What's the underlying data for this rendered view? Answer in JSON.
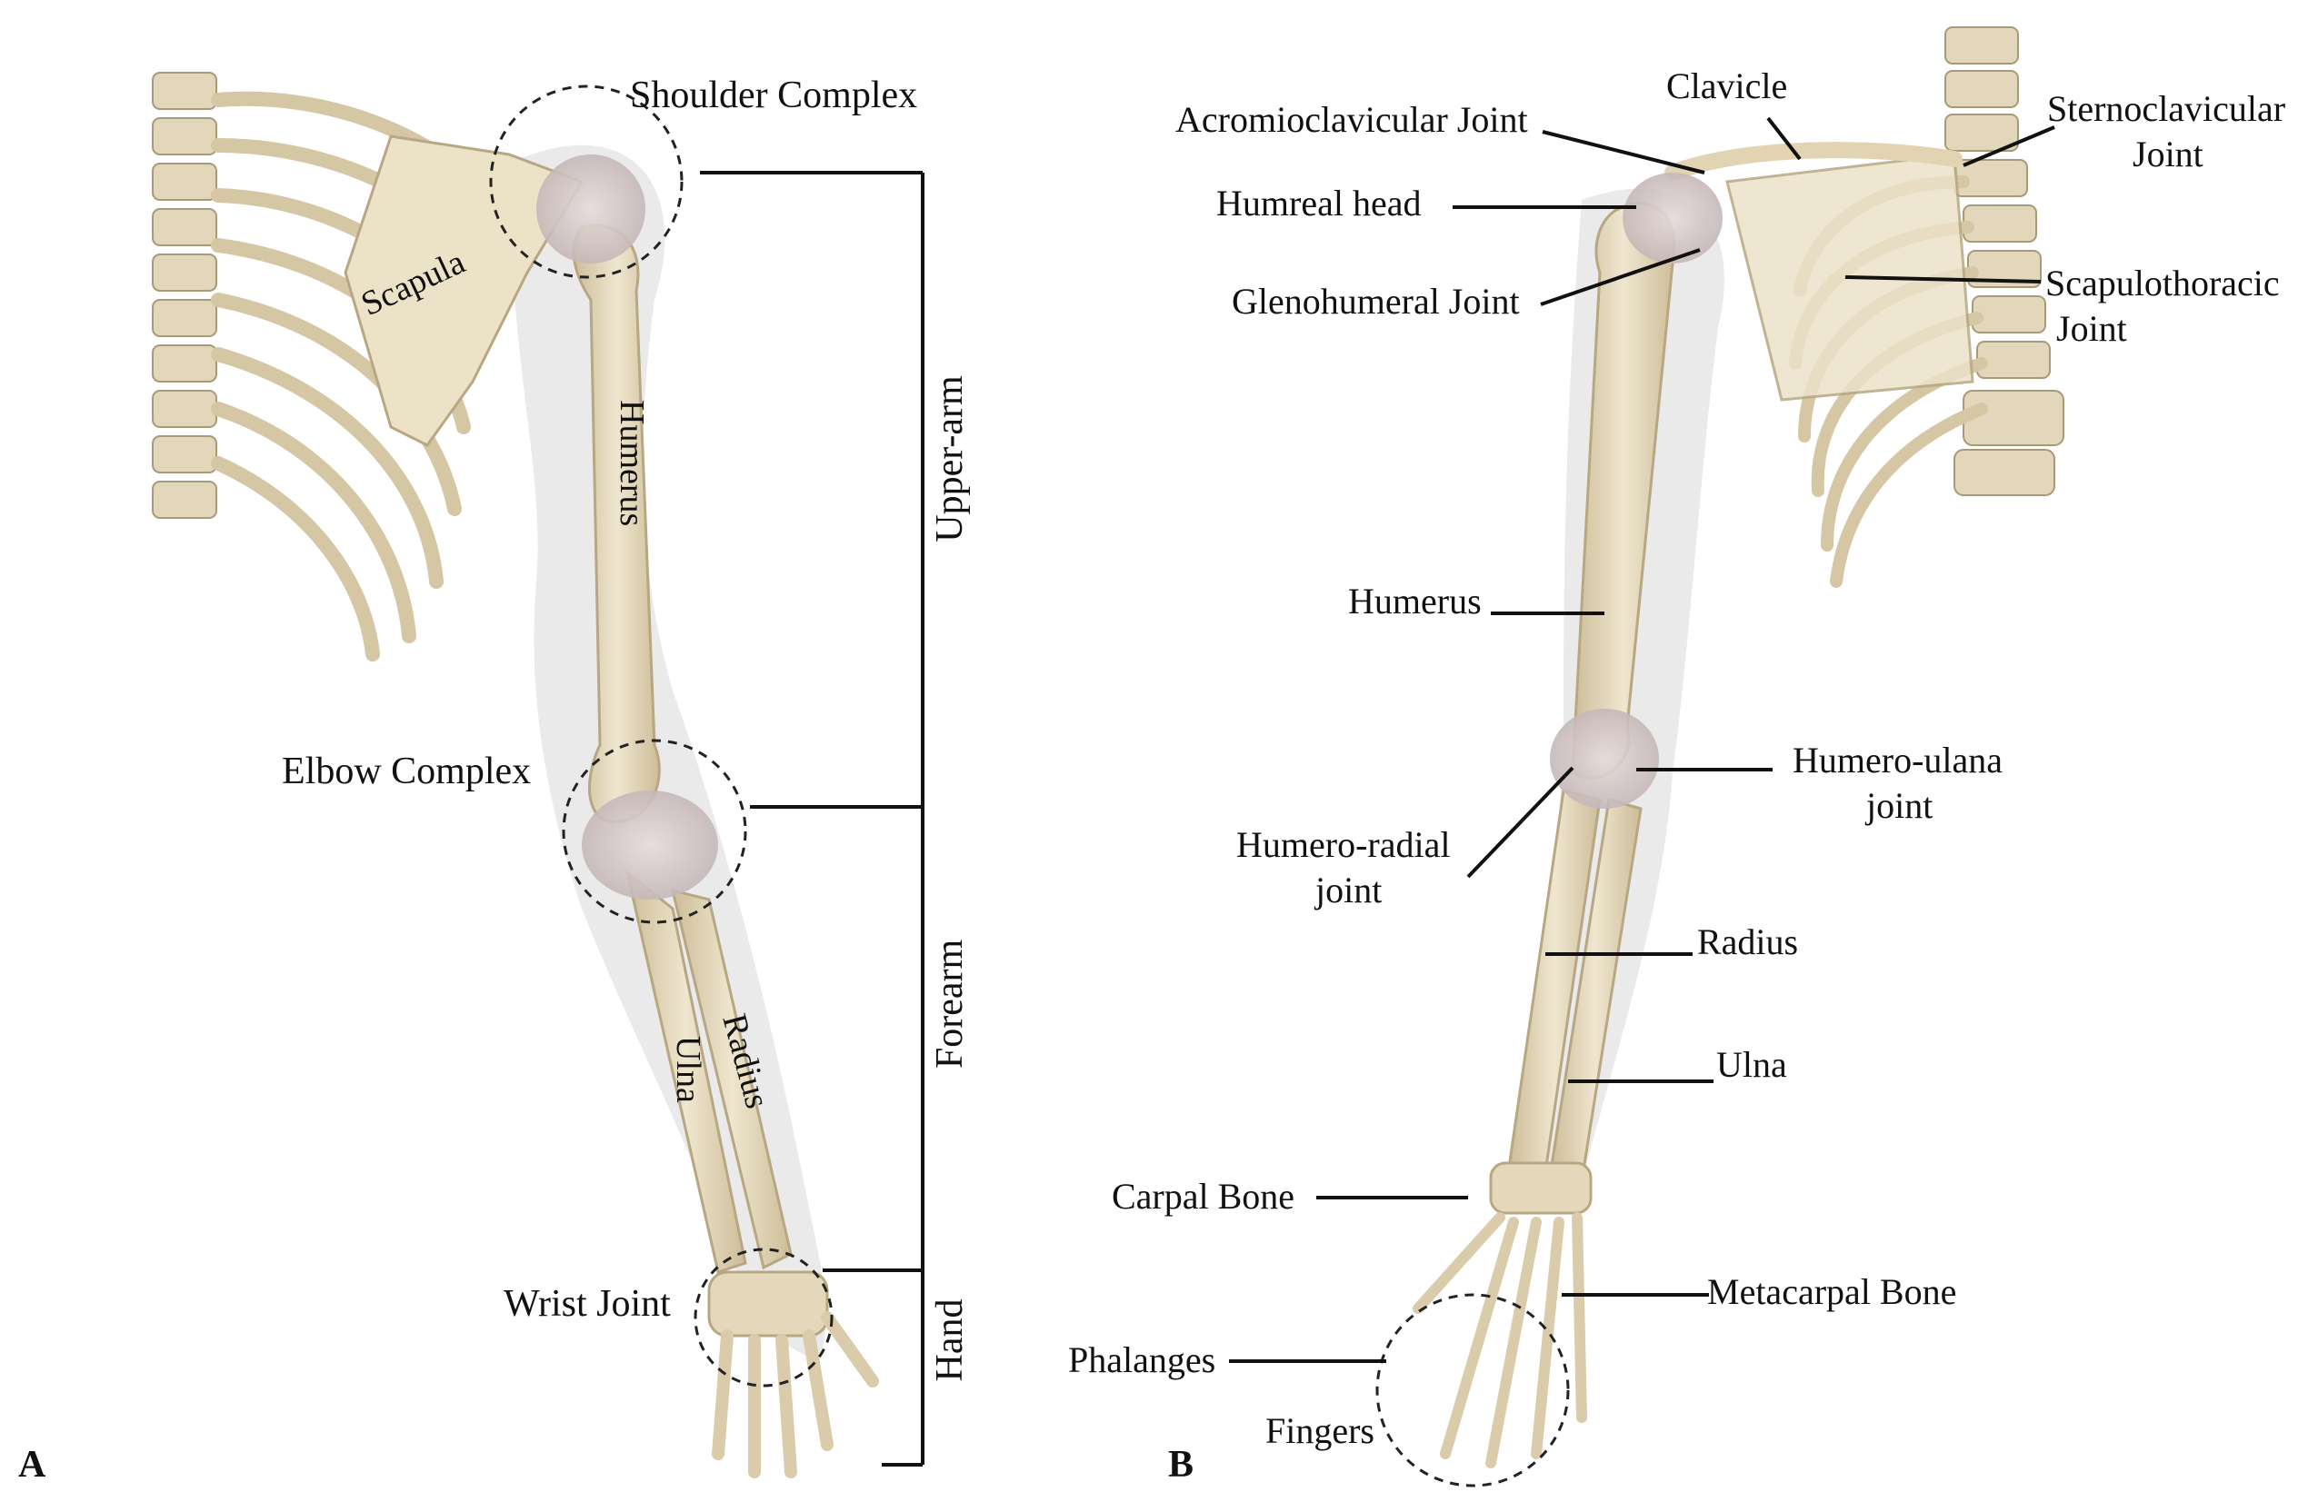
{
  "panel_a": {
    "letter": "A",
    "bracket": {
      "upper_arm": "Upper-arm",
      "forearm": "Forearm",
      "hand": "Hand"
    },
    "labels": {
      "shoulder_complex": "Shoulder Complex",
      "elbow_complex": "Elbow Complex",
      "wrist_joint": "Wrist Joint",
      "scapula": "Scapula",
      "humerus": "Humerus",
      "radius": "Radius",
      "ulna": "Ulna"
    }
  },
  "panel_b": {
    "letter": "B",
    "labels": {
      "acromioclavicular": "Acromioclavicular Joint",
      "clavicle": "Clavicle",
      "sternoclavicular_1": "Sternoclavicular",
      "sternoclavicular_2": "Joint",
      "humeral_head": "Humreal head",
      "glenohumeral": "Glenohumeral Joint",
      "scapulothoracic_1": "Scapulothoracic",
      "scapulothoracic_2": "Joint",
      "humerus": "Humerus",
      "humero_ulana_1": "Humero-ulana",
      "humero_ulana_2": "joint",
      "humero_radial_1": "Humero-radial",
      "humero_radial_2": "joint",
      "radius": "Radius",
      "ulna": "Ulna",
      "carpal_bone": "Carpal Bone",
      "metacarpal_bone": "Metacarpal Bone",
      "phalanges": "Phalanges",
      "fingers": "Fingers"
    }
  },
  "colors": {
    "bone": "#e8dcc0",
    "bone_shadow": "#c9b994",
    "joint": "#cdbfc2",
    "soft_tissue": "#d9d9d9",
    "ink": "#111111"
  }
}
